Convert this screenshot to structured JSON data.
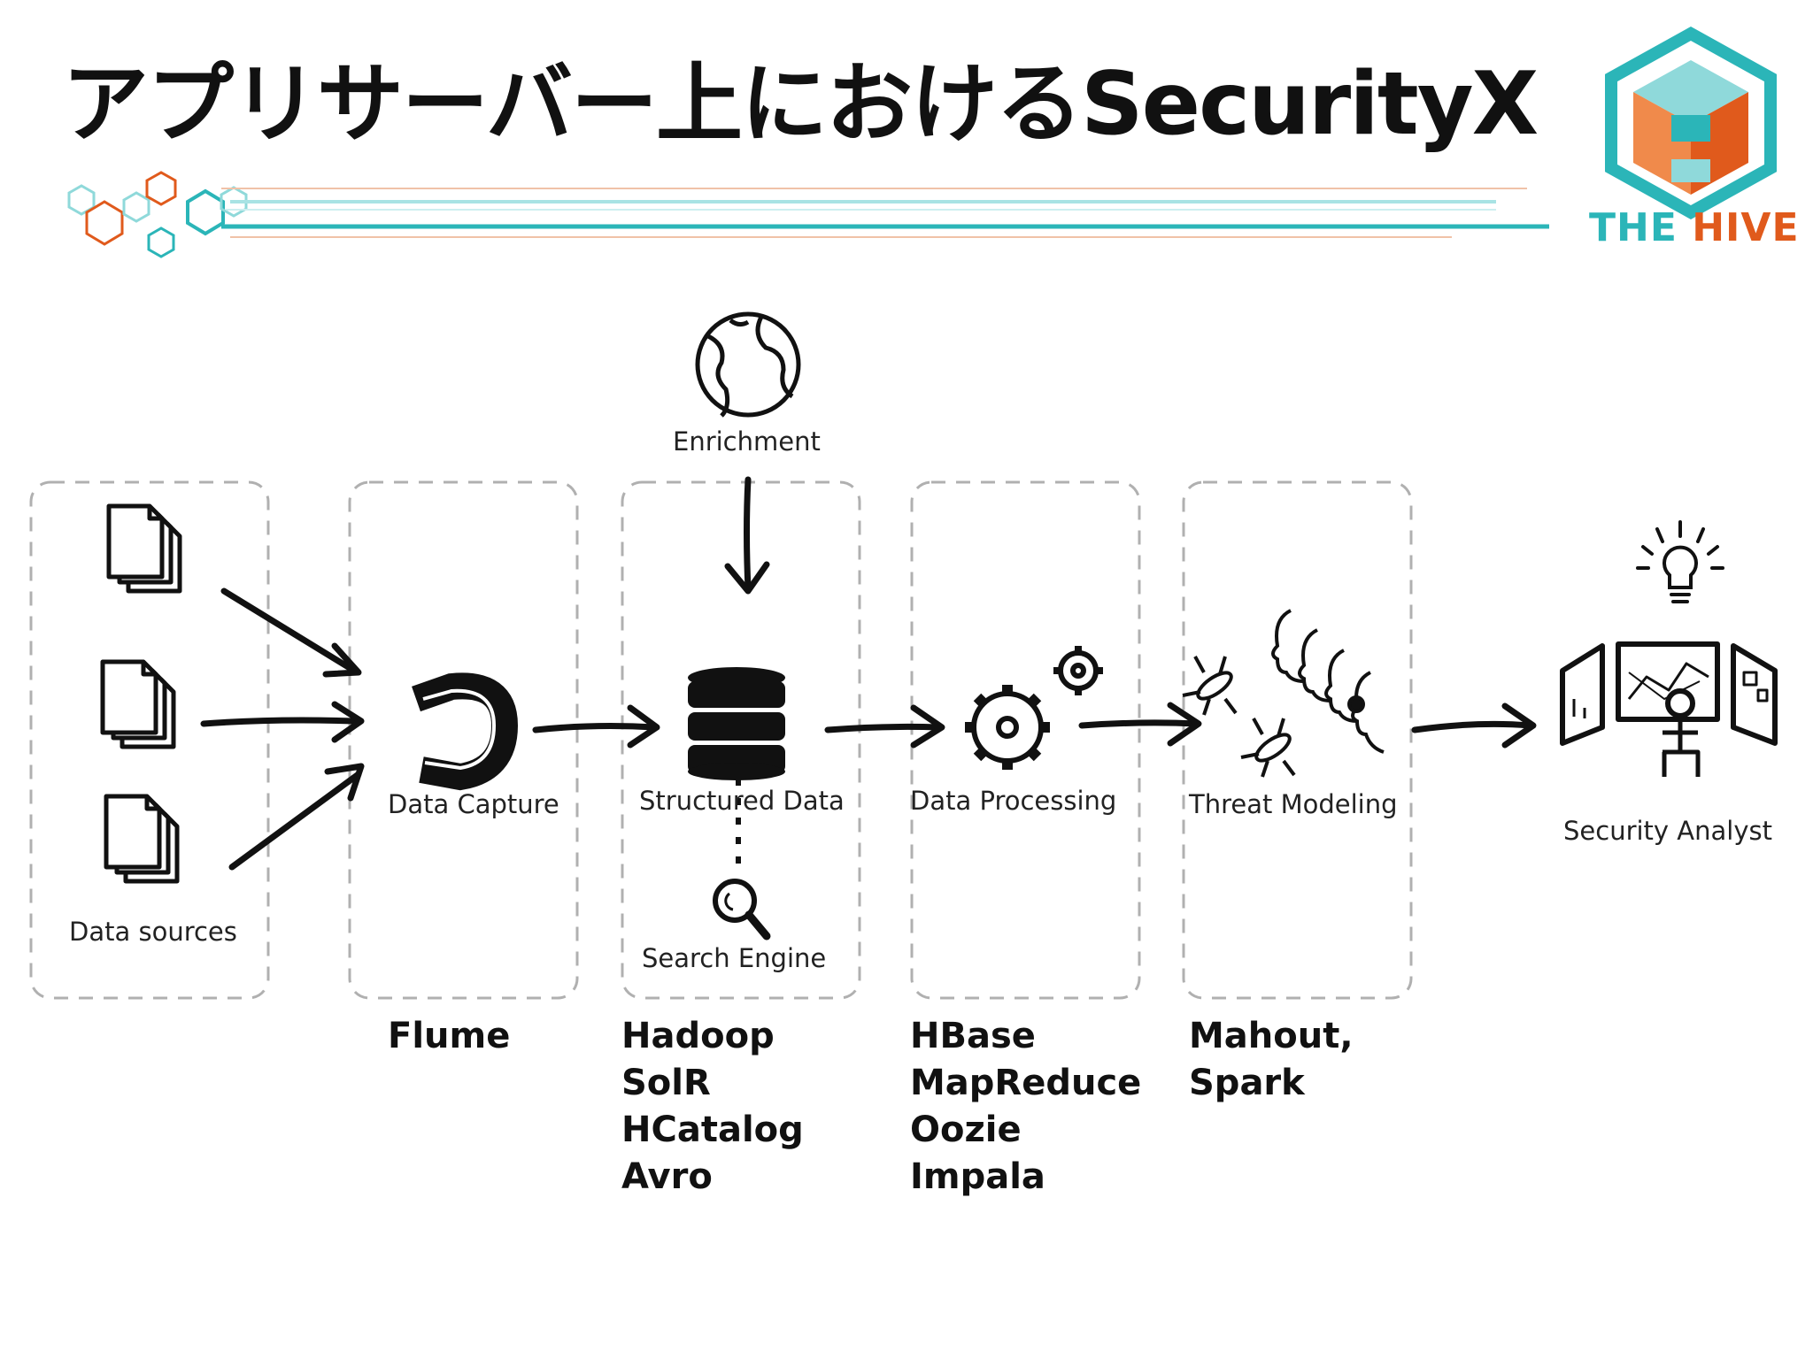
{
  "title": "アプリサーバー上におけるSecurityX",
  "logo": {
    "word1": "THE",
    "word2": "HIVE",
    "colors": {
      "teal": "#2bb5b8",
      "orange": "#e05a1c",
      "light_teal": "#8fd9da"
    }
  },
  "stages": {
    "enrichment": "Enrichment",
    "data_sources": "Data sources",
    "data_capture": "Data Capture",
    "structured_data": "Structured Data",
    "search_engine": "Search Engine",
    "data_processing": "Data Processing",
    "threat_modeling": "Threat Modeling",
    "security_analyst": "Security Analyst"
  },
  "technologies": {
    "capture": [
      "Flume"
    ],
    "structured": [
      "Hadoop",
      "SolR",
      "HCatalog",
      "Avro"
    ],
    "processing": [
      "HBase",
      "MapReduce",
      "Oozie",
      "Impala"
    ],
    "threat": [
      "Mahout,",
      "Spark"
    ]
  },
  "icons": [
    "document-stack-icon",
    "magnet-icon",
    "database-icon",
    "globe-icon",
    "magnifier-icon",
    "gears-icon",
    "bugs-and-faces-icon",
    "analyst-monitors-icon",
    "lightbulb-icon"
  ]
}
